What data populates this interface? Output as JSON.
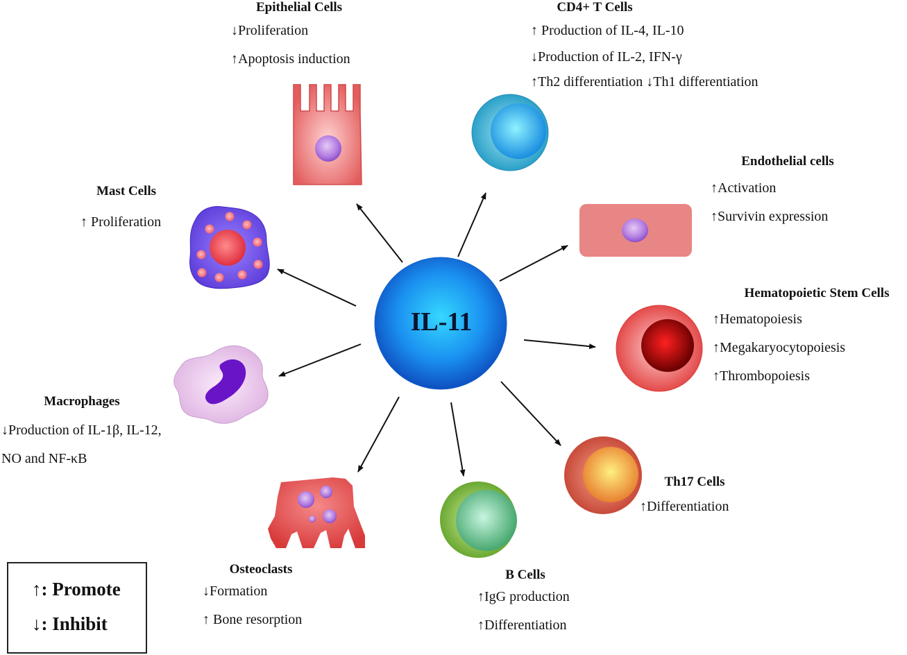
{
  "center": {
    "label": "IL-11"
  },
  "cells": {
    "epithelial": {
      "title": "Epithelial Cells",
      "effects": [
        "↓Proliferation",
        "↑Apoptosis induction"
      ]
    },
    "cd4_t": {
      "title": "CD4+ T Cells",
      "effects": [
        "↑ Production of IL-4, IL-10",
        "↓Production of IL-2, IFN-γ",
        "↑Th2 differentiation  ↓Th1 differentiation"
      ]
    },
    "endothelial": {
      "title": "Endothelial cells",
      "effects": [
        "↑Activation",
        "↑Survivin expression"
      ]
    },
    "hsc": {
      "title": "Hematopoietic Stem Cells",
      "effects": [
        "↑Hematopoiesis",
        "↑Megakaryocytopoiesis",
        "↑Thrombopoiesis"
      ]
    },
    "th17": {
      "title": "Th17 Cells",
      "effects": [
        "↑Differentiation"
      ]
    },
    "b_cells": {
      "title": "B Cells",
      "effects": [
        "↑IgG production",
        "↑Differentiation"
      ]
    },
    "osteoclasts": {
      "title": "Osteoclasts",
      "effects": [
        "↓Formation",
        "↑ Bone resorption"
      ]
    },
    "macrophages": {
      "title": "Macrophages",
      "effects": [
        "↓Production of IL-1β, IL-12,",
        "NO and NF-κB"
      ]
    },
    "mast": {
      "title": "Mast Cells",
      "effects": [
        "↑ Proliferation"
      ]
    }
  },
  "legend": {
    "promote": "↑: Promote",
    "inhibit": "↓: Inhibit"
  },
  "colors": {
    "center": "#1e88f0",
    "epithelial": "#e86b6b",
    "cd4_t": "#3fb6d6",
    "endothelial": "#e88585",
    "hsc": "#e85a5a",
    "th17": "#e07060",
    "b_cells": "#88c34a",
    "osteoclasts": "#e04848",
    "macrophages": "#e9c6ea",
    "mast": "#6c5ce8",
    "nucleus_purple": "#a56ad8"
  }
}
